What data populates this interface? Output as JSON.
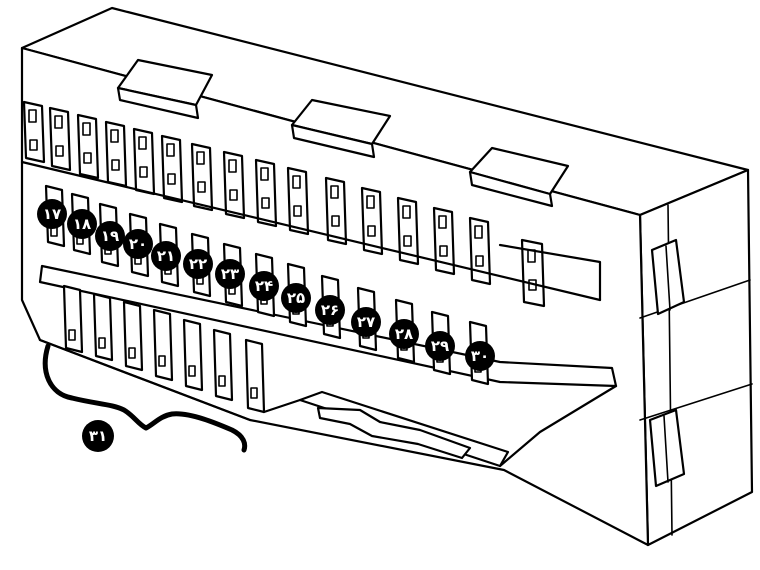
{
  "diagram": {
    "subject": "connector",
    "line_color": "#000000",
    "fill_color": "#ffffff",
    "marker_color": "#000000",
    "marker_text_color": "#ffffff",
    "labels": {
      "pin_17": "۱۷",
      "pin_18": "۱۸",
      "pin_19": "۱۹",
      "pin_20": "۲۰",
      "pin_21": "۲۱",
      "pin_22": "۲۲",
      "pin_23": "۲۳",
      "pin_24": "۲۴",
      "pin_25": "۲۵",
      "pin_26": "۲۶",
      "pin_27": "۲۷",
      "pin_28": "۲۸",
      "pin_29": "۲۹",
      "pin_30": "۳۰",
      "group_31": "۳۱"
    }
  }
}
